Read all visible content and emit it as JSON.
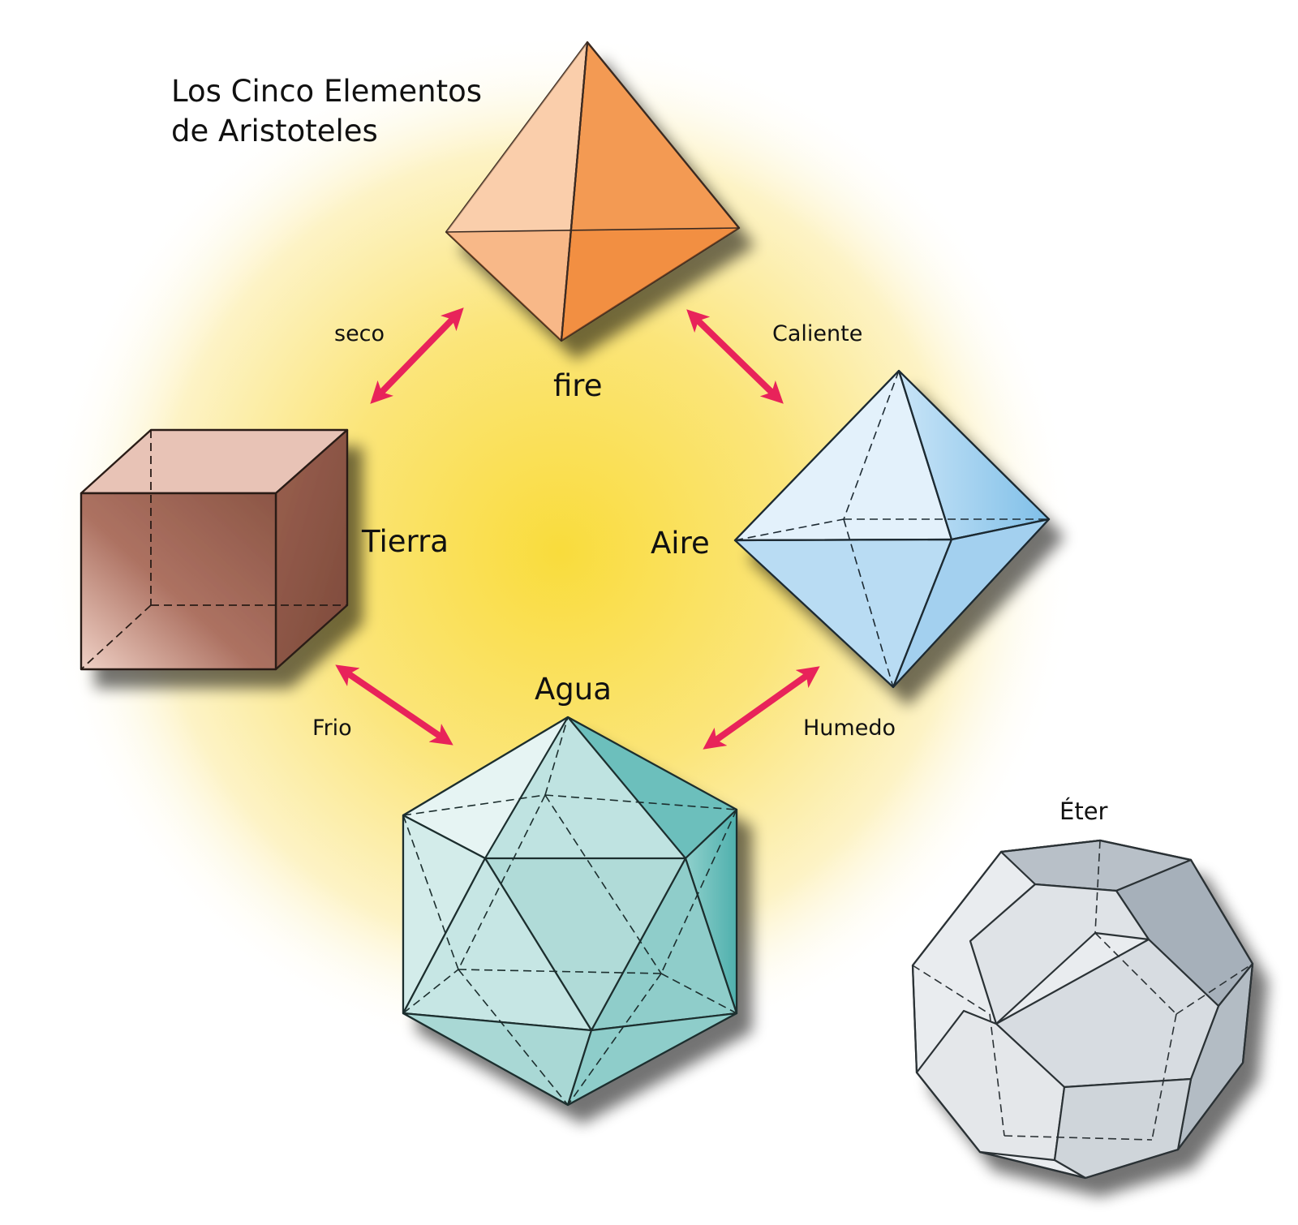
{
  "title_line1": "Los Cinco Elementos",
  "title_line2": "de Aristoteles",
  "elements": {
    "fire": "fire",
    "tierra": "Tierra",
    "aire": "Aire",
    "agua": "Agua",
    "eter": "Éter"
  },
  "relations": {
    "seco": "seco",
    "caliente": "Caliente",
    "frio": "Frio",
    "humedo": "Humedo"
  },
  "colors": {
    "glow_center": "#f9dc3c",
    "arrow": "#e8235a",
    "fire": "#f47f2a",
    "tierra": "#98604d",
    "aire": "#9fd0f0",
    "agua": "#6cbfbc",
    "eter": "#a7b0b9"
  }
}
